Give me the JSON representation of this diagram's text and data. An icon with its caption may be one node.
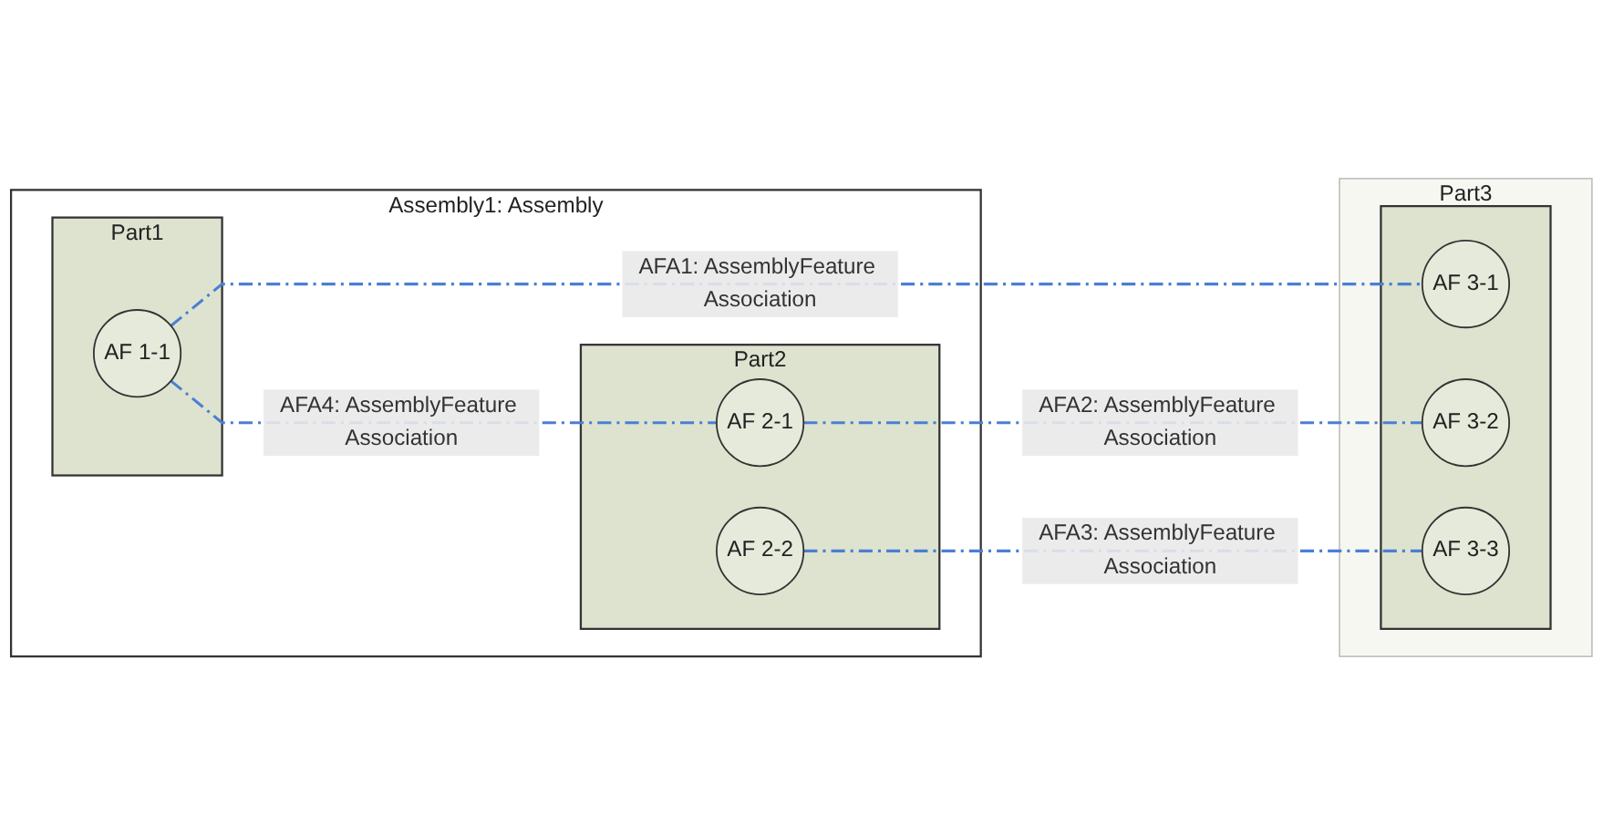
{
  "diagram": {
    "nodes": [
      {
        "text": [
          "Assembly1: Assembly"
        ]
      },
      {
        "text": [
          "Part1"
        ],
        "in": 0
      },
      {
        "text": [
          "AF 1-1"
        ],
        "in": 1
      },
      {
        "text": [
          "Part2"
        ],
        "in": 0
      },
      {
        "text": [
          "AF 2-1"
        ],
        "in": 3
      },
      {
        "text": [
          "AF 2-2"
        ],
        "in": 3
      },
      {
        "text": [
          "Part3"
        ]
      },
      {
        "text": [],
        "shape": "box",
        "in": 6
      },
      {
        "text": [
          "AF 3-1"
        ],
        "in": 7
      },
      {
        "text": [
          "AF 3-2"
        ],
        "in": 7
      },
      {
        "text": [
          "AF 3-3"
        ],
        "in": 7
      }
    ],
    "edges": [
      {
        "from": 2,
        "to": 8,
        "arrow": "none",
        "style": "dashed",
        "label": "AFA1: AssemblyFeature Association"
      },
      {
        "from": 4,
        "to": 9,
        "arrow": "none",
        "style": "dashed",
        "label": "AFA2: AssemblyFeature Association"
      },
      {
        "from": 5,
        "to": 10,
        "arrow": "none",
        "style": "dashed",
        "label": "AFA3: AssemblyFeature Association"
      },
      {
        "from": 2,
        "to": 4,
        "arrow": "none",
        "style": "dashed",
        "label": "AFA4: AssemblyFeature Association"
      }
    ]
  }
}
